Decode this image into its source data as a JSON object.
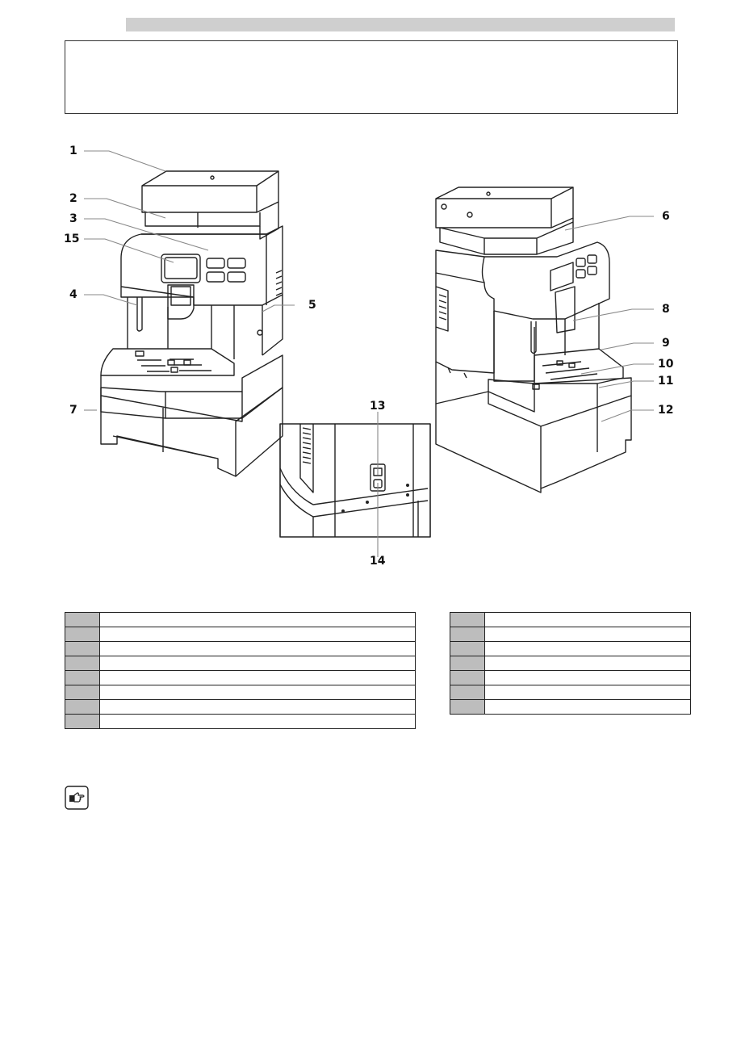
{
  "header": {
    "bar_color": "#cfcfcf"
  },
  "figure": {
    "callouts": {
      "c1": "1",
      "c2": "2",
      "c3": "3",
      "c15": "15",
      "c4": "4",
      "c5": "5",
      "c7": "7",
      "c6": "6",
      "c8": "8",
      "c9": "9",
      "c10": "10",
      "c11": "11",
      "c12": "12",
      "c13": "13",
      "c14": "14"
    }
  },
  "parts_table_left": {
    "rows": [
      {},
      {},
      {},
      {},
      {},
      {},
      {},
      {}
    ]
  },
  "parts_table_right": {
    "rows": [
      {},
      {},
      {},
      {},
      {},
      {},
      {}
    ]
  },
  "note": {
    "icon": "pointing-hand-note-icon"
  },
  "colors": {
    "table_number_cell": "#bdbdbd",
    "line": "#222222"
  }
}
